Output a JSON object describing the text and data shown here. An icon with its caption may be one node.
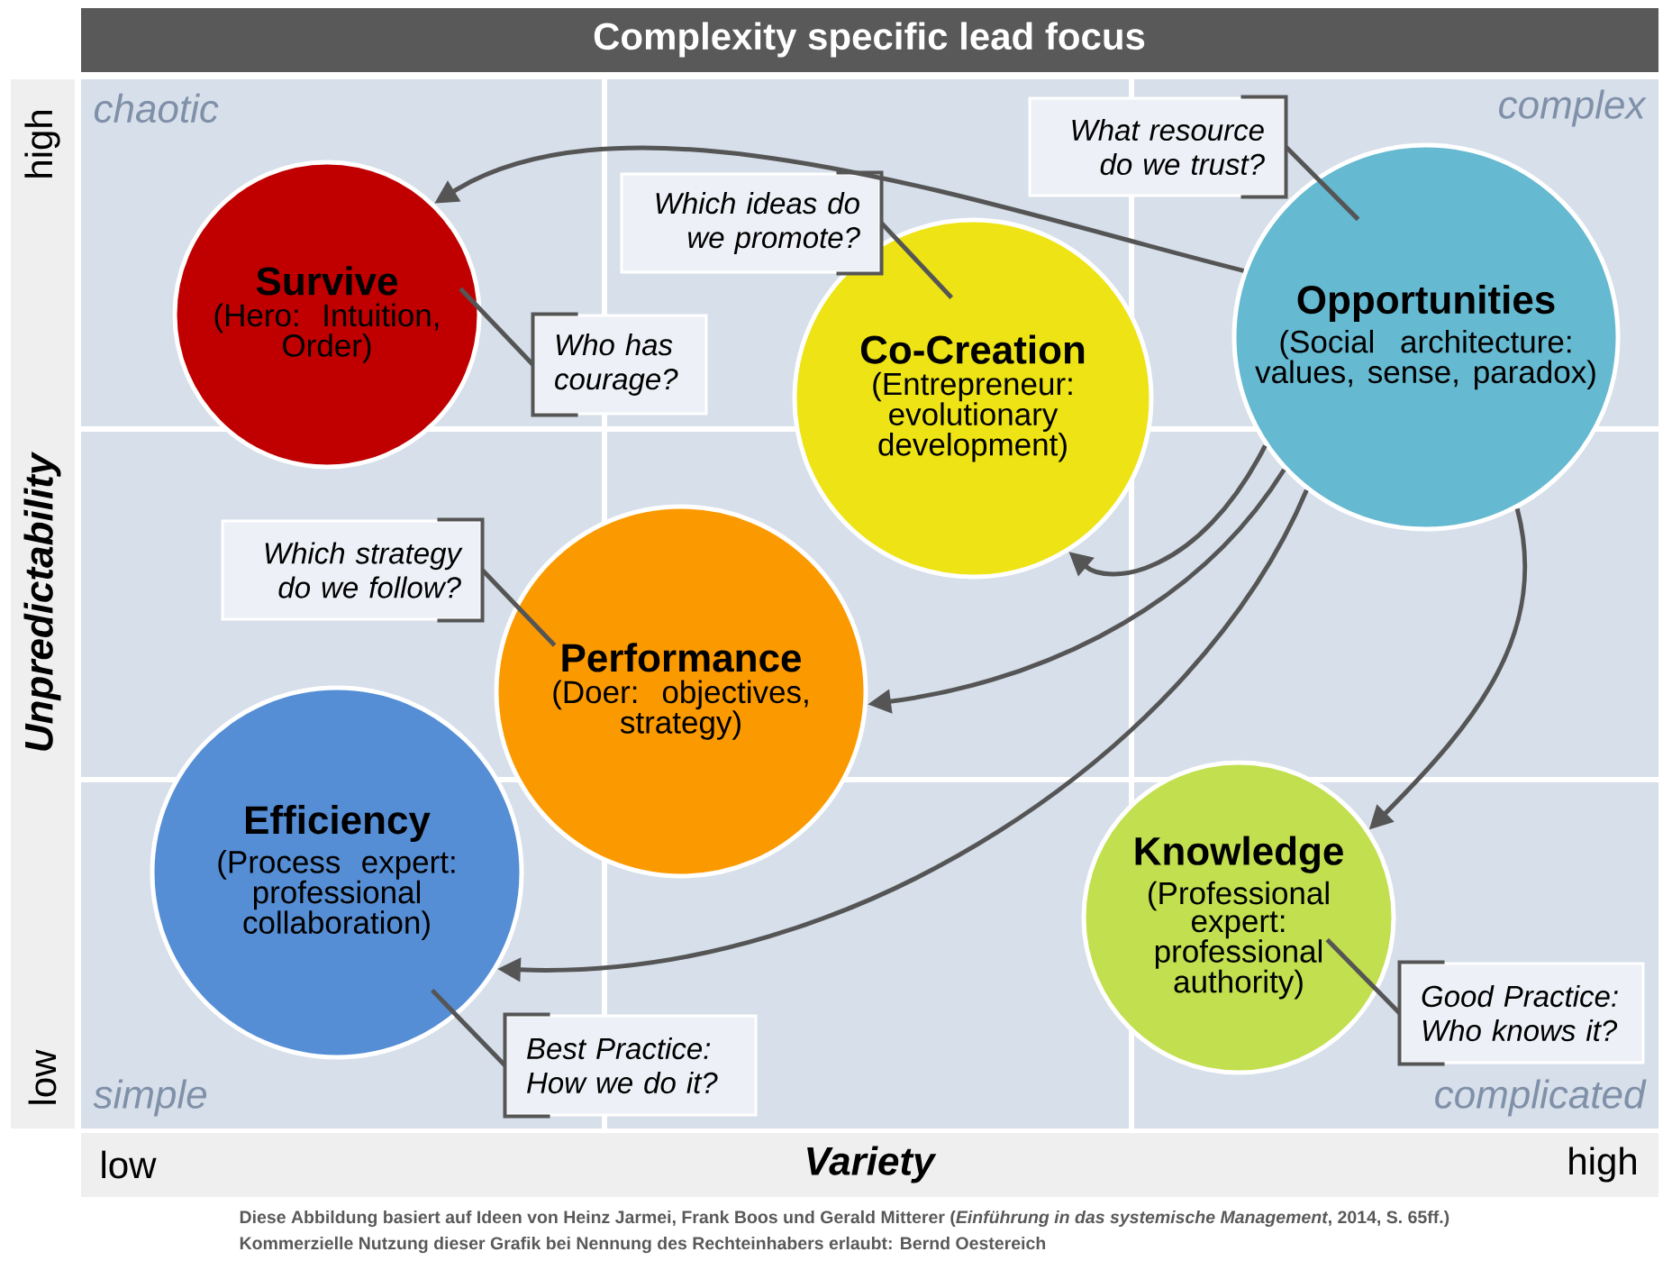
{
  "diagram": {
    "title": "Complexity specific lead focus",
    "nodes": [
      {
        "text": [
          "Survive",
          "(Hero: Intuition, Order)"
        ]
      },
      {
        "text": [
          "Co-Creation",
          "(Entrepreneur: evolutionary development)"
        ]
      },
      {
        "text": [
          "Opportunities",
          "(Social architecture: values, sense, paradox)"
        ]
      },
      {
        "text": [
          "Performance",
          "(Doer: objectives, strategy)"
        ]
      },
      {
        "text": [
          "Efficiency",
          "(Process expert: professional collaboration)"
        ]
      },
      {
        "text": [
          "Knowledge",
          "(Professional expert: professional authority)"
        ]
      },
      {
        "text": [
          "What resource do we trust?"
        ]
      },
      {
        "text": [
          "Which ideas do we promote?"
        ]
      },
      {
        "text": [
          "Who has courage?"
        ]
      },
      {
        "text": [
          "Which strategy do we follow?"
        ]
      },
      {
        "text": [
          "Best Practice: How we do it?"
        ]
      },
      {
        "text": [
          "Good Practice: Who knows it?"
        ]
      }
    ],
    "edges": [
      {
        "from": 6,
        "to": 2,
        "arrow": "none"
      },
      {
        "from": 7,
        "to": 1,
        "arrow": "none"
      },
      {
        "from": 8,
        "to": 0,
        "arrow": "none"
      },
      {
        "from": 9,
        "to": 3,
        "arrow": "none"
      },
      {
        "from": 10,
        "to": 4,
        "arrow": "none"
      },
      {
        "from": 11,
        "to": 5,
        "arrow": "none"
      },
      {
        "from": 2,
        "to": 0,
        "arrow": "to"
      },
      {
        "from": 2,
        "to": 1,
        "arrow": "to"
      },
      {
        "from": 2,
        "to": 3,
        "arrow": "to"
      },
      {
        "from": 2,
        "to": 4,
        "arrow": "to"
      },
      {
        "from": 2,
        "to": 5,
        "arrow": "to"
      }
    ],
    "labels": [
      "chaotic",
      "complex",
      "high",
      "Unpredictability",
      "low",
      "simple",
      "complicated",
      "low",
      "Variety",
      "high",
      "Diese Abbildung basiert auf Ideen von Heinz Jarmei, Frank Boos und Gerald Mitterer (*Einführung in das systemische Management*, 2014, S. 65ff.)",
      "Kommerzielle Nutzung dieser Grafik bei Nennung des Rechteinhabers erlaubt: Bernd Oestereich"
    ]
  }
}
